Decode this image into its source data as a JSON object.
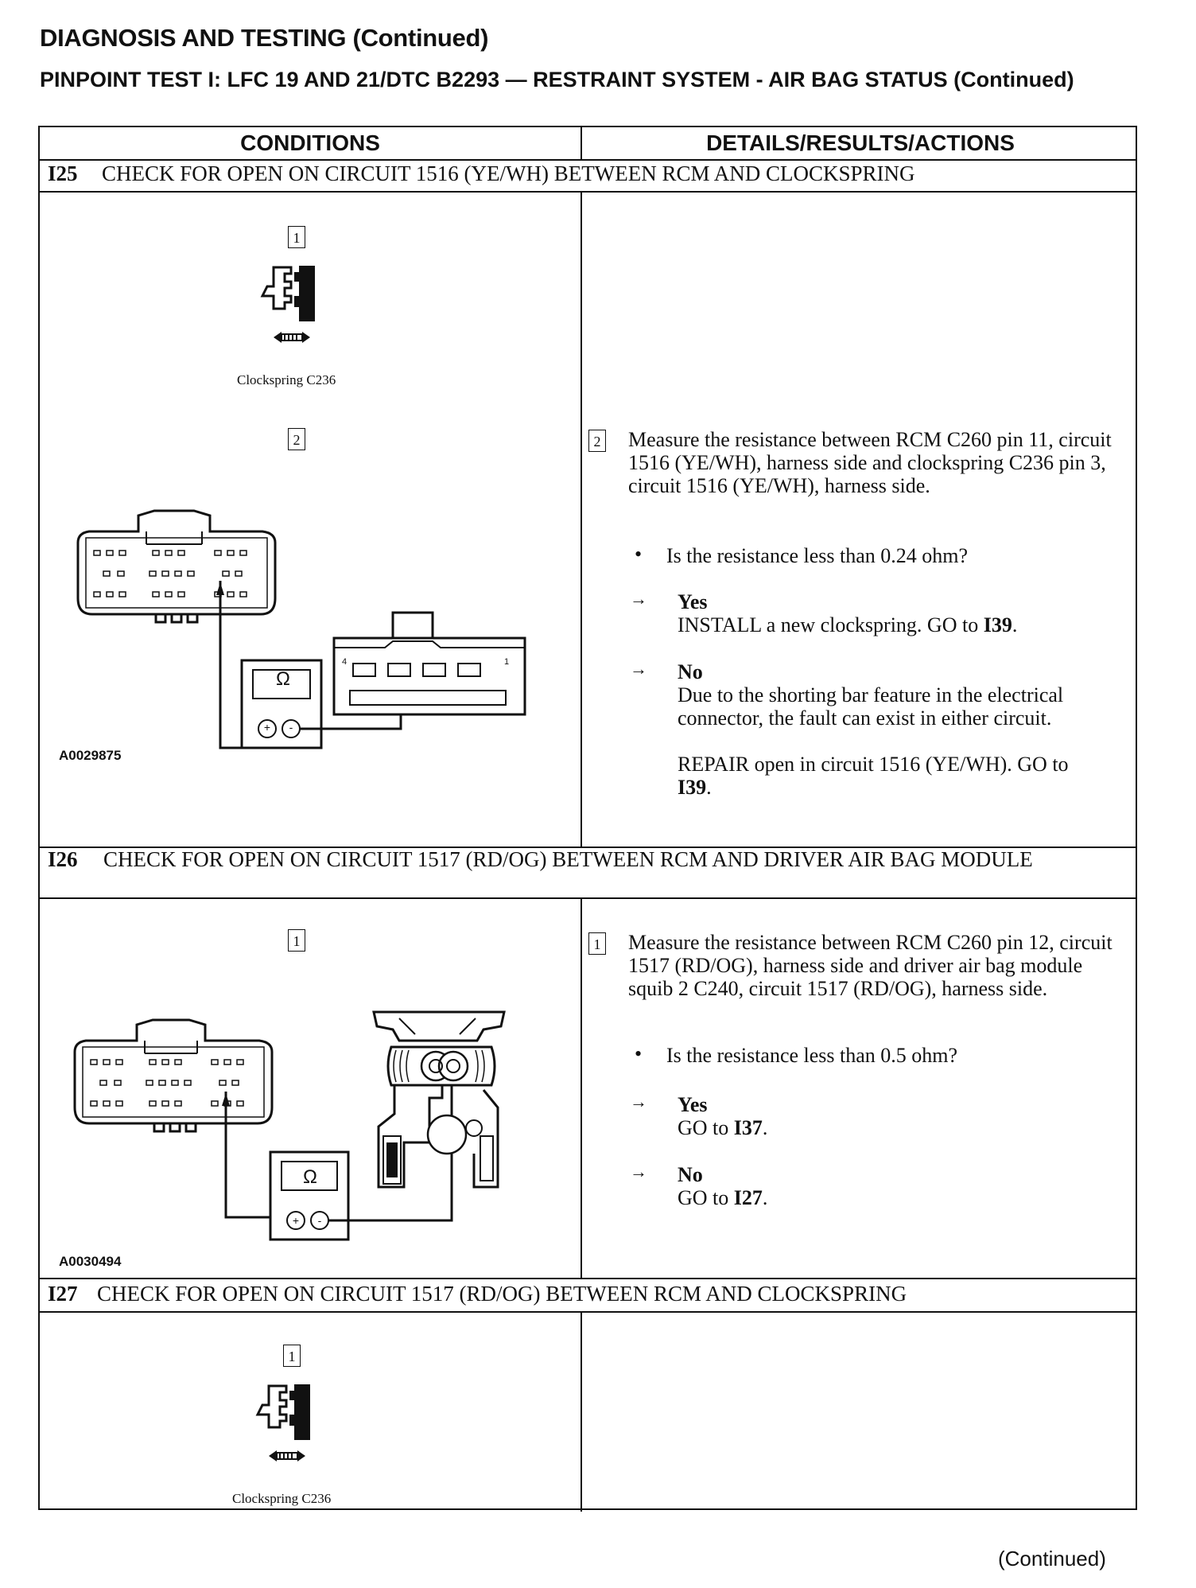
{
  "header": {
    "title": "DIAGNOSIS AND TESTING (Continued)",
    "subtitle": "PINPOINT TEST I: LFC 19 AND 21/DTC B2293 — RESTRAINT SYSTEM - AIR BAG STATUS (Continued)"
  },
  "table": {
    "col_conditions": "CONDITIONS",
    "col_details": "DETAILS/RESULTS/ACTIONS"
  },
  "i25": {
    "id": "I25",
    "title": "CHECK FOR OPEN ON CIRCUIT 1516 (YE/WH) BETWEEN RCM AND CLOCKSPRING",
    "step1_num": "1",
    "step1_caption": "Clockspring C236",
    "step2_num": "2",
    "figure_id": "A0029875",
    "ohm_symbol": "Ω",
    "plus": "+",
    "minus": "-",
    "pin_left": "4",
    "pin_right": "1",
    "details_num": "2",
    "measure": "Measure the resistance between RCM C260 pin 11, circuit 1516 (YE/WH), harness side and clockspring C236 pin 3, circuit 1516 (YE/WH), harness side.",
    "question": "Is the resistance less than 0.24 ohm?",
    "yes_label": "Yes",
    "yes_action": "INSTALL a new clockspring. GO to ",
    "yes_ref": "I39",
    "yes_end": ".",
    "no_label": "No",
    "no_text": "Due to the shorting bar feature in the electrical connector, the fault can exist in either circuit.",
    "no_action": "REPAIR open in circuit 1516 (YE/WH). GO to ",
    "no_ref": "I39",
    "no_end": "."
  },
  "i26": {
    "id": "I26",
    "title": "CHECK FOR OPEN ON CIRCUIT 1517 (RD/OG) BETWEEN RCM AND DRIVER AIR BAG MODULE",
    "step1_num": "1",
    "figure_id": "A0030494",
    "ohm_symbol": "Ω",
    "plus": "+",
    "minus": "-",
    "details_num": "1",
    "measure": "Measure the resistance between RCM C260 pin 12, circuit 1517 (RD/OG), harness side and driver air bag module squib 2 C240, circuit 1517 (RD/OG), harness side.",
    "question": "Is the resistance less than 0.5 ohm?",
    "yes_label": "Yes",
    "yes_action": "GO to ",
    "yes_ref": "I37",
    "yes_end": ".",
    "no_label": "No",
    "no_action": "GO to ",
    "no_ref": "I27",
    "no_end": "."
  },
  "i27": {
    "id": "I27",
    "title": "CHECK FOR OPEN ON CIRCUIT 1517 (RD/OG) BETWEEN RCM AND CLOCKSPRING",
    "step1_num": "1",
    "step1_caption": "Clockspring C236"
  },
  "footer": {
    "continued": "(Continued)"
  },
  "icons": {
    "arrow": "arrow-right-icon",
    "bullet": "bullet-icon"
  }
}
